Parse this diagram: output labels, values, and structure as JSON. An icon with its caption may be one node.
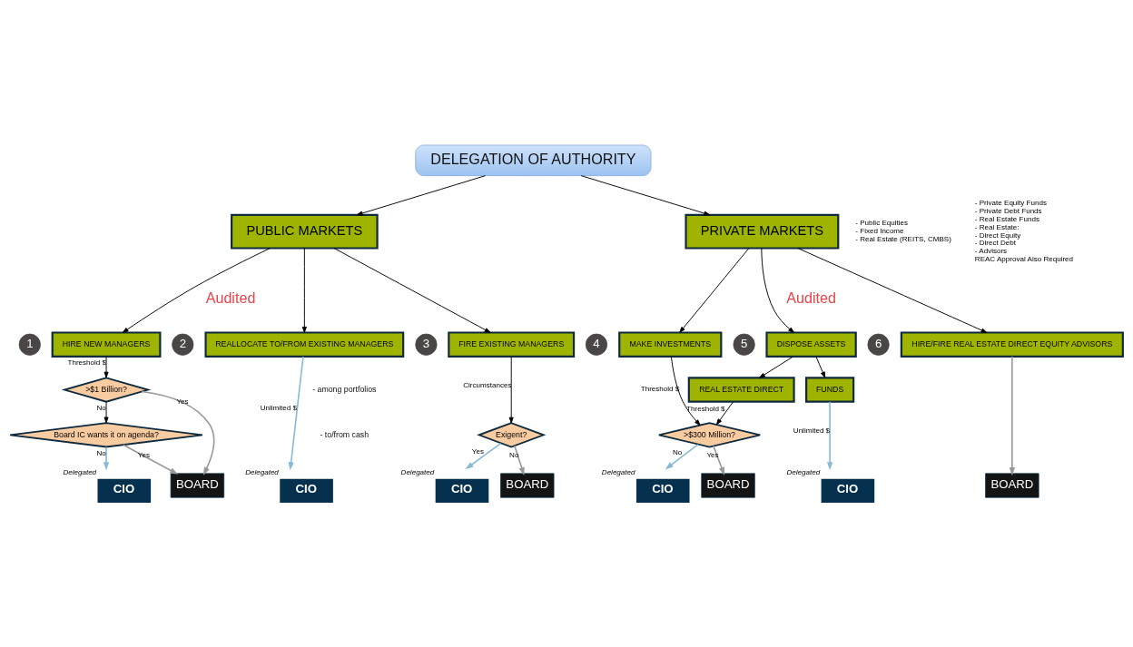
{
  "diagram": {
    "nodes": [
      {
        "text": [
          "DELEGATION OF AUTHORITY"
        ]
      },
      {
        "text": [
          "PUBLIC MARKETS"
        ],
        "beside": [
          "- Public Equities",
          "- Fixed Income",
          "- Real Estate (REITS, CMBS)"
        ]
      },
      {
        "text": [
          "PRIVATE MARKETS"
        ],
        "beside": [
          "- Private Equity Funds",
          "- Private Debt Funds",
          "- Real Estate Funds",
          "- Real Estate:",
          "- Direct Equity",
          "- Direct Debt",
          "- Advisors",
          "REAC Approval Also Required"
        ]
      },
      {
        "text": [
          "1"
        ]
      },
      {
        "text": [
          "HIRE NEW MANAGERS"
        ]
      },
      {
        "text": [
          "2"
        ]
      },
      {
        "text": [
          "REALLOCATE TO/FROM EXISTING MANAGERS"
        ]
      },
      {
        "text": [
          "3"
        ]
      },
      {
        "text": [
          "FIRE EXISTING MANAGERS"
        ]
      },
      {
        "text": [
          "4"
        ]
      },
      {
        "text": [
          "MAKE INVESTMENTS"
        ]
      },
      {
        "text": [
          "5"
        ]
      },
      {
        "text": [
          "DISPOSE ASSETS"
        ]
      },
      {
        "text": [
          "6"
        ]
      },
      {
        "text": [
          "HIRE/FIRE REAL ESTATE DIRECT EQUITY ADVISORS"
        ]
      },
      {
        "text": [
          ">$1 Billion?"
        ]
      },
      {
        "text": [
          "REAL ESTATE DIRECT"
        ]
      },
      {
        "text": [
          "FUNDS"
        ]
      },
      {
        "text": [
          "Exigent?"
        ]
      },
      {
        "text": [
          "Board IC wants it on agenda?"
        ]
      },
      {
        "text": [
          ">$300 Million?"
        ]
      },
      {
        "text": [
          "CIO"
        ],
        "beside": [
          "Delegated"
        ]
      },
      {
        "text": [
          "BOARD"
        ]
      },
      {
        "text": [
          "CIO"
        ],
        "beside": [
          "Delegated"
        ]
      },
      {
        "text": [
          "CIO"
        ],
        "beside": [
          "Delegated"
        ]
      },
      {
        "text": [
          "BOARD"
        ]
      },
      {
        "text": [
          "CIO"
        ],
        "beside": [
          "Delegated"
        ]
      },
      {
        "text": [
          "BOARD"
        ]
      },
      {
        "text": [
          "CIO"
        ],
        "beside": [
          "Delegated"
        ]
      },
      {
        "text": [
          "BOARD"
        ]
      }
    ],
    "edges": [
      {
        "from": 0,
        "to": 1,
        "arrow": "to"
      },
      {
        "from": 0,
        "to": 2,
        "arrow": "to"
      },
      {
        "from": 1,
        "to": 4,
        "arrow": "to"
      },
      {
        "from": 1,
        "to": 6,
        "arrow": "to"
      },
      {
        "from": 1,
        "to": 8,
        "arrow": "to"
      },
      {
        "from": 2,
        "to": 10,
        "arrow": "to"
      },
      {
        "from": 2,
        "to": 12,
        "arrow": "to"
      },
      {
        "from": 2,
        "to": 14,
        "arrow": "to"
      },
      {
        "from": 12,
        "to": 16,
        "arrow": "to"
      },
      {
        "from": 12,
        "to": 17,
        "arrow": "to"
      },
      {
        "from": 4,
        "to": 15,
        "arrow": "to",
        "label": "Threshold $"
      },
      {
        "from": 15,
        "to": 22,
        "arrow": "to",
        "label": "Yes",
        "color": "#999999"
      },
      {
        "from": 15,
        "to": 19,
        "arrow": "to",
        "label": "No"
      },
      {
        "from": 19,
        "to": 21,
        "arrow": "to",
        "label": "No",
        "color": "#8ab8d6"
      },
      {
        "from": 19,
        "to": 22,
        "arrow": "to",
        "label": "Yes",
        "color": "#999999"
      },
      {
        "from": 6,
        "to": 23,
        "arrow": "to",
        "label": "Unlimited $",
        "color": "#8ab8d6"
      },
      {
        "from": 8,
        "to": 18,
        "arrow": "to",
        "label": "Circumstances"
      },
      {
        "from": 18,
        "to": 24,
        "arrow": "to",
        "label": "Yes",
        "color": "#8ab8d6"
      },
      {
        "from": 18,
        "to": 25,
        "arrow": "to",
        "label": "No",
        "color": "#999999"
      },
      {
        "from": 10,
        "to": 20,
        "arrow": "to",
        "label": "Threshold $"
      },
      {
        "from": 16,
        "to": 20,
        "arrow": "to",
        "label": "Threshold $"
      },
      {
        "from": 20,
        "to": 26,
        "arrow": "to",
        "label": "No",
        "color": "#8ab8d6"
      },
      {
        "from": 20,
        "to": 27,
        "arrow": "to",
        "label": "Yes",
        "color": "#999999"
      },
      {
        "from": 17,
        "to": 28,
        "arrow": "to",
        "label": "Unlimited $",
        "color": "#8ab8d6"
      },
      {
        "from": 14,
        "to": 29,
        "arrow": "to",
        "color": "#999999"
      }
    ],
    "labels": [
      "Audited",
      "Audited",
      "- among portfolios",
      "- to/from cash"
    ]
  }
}
